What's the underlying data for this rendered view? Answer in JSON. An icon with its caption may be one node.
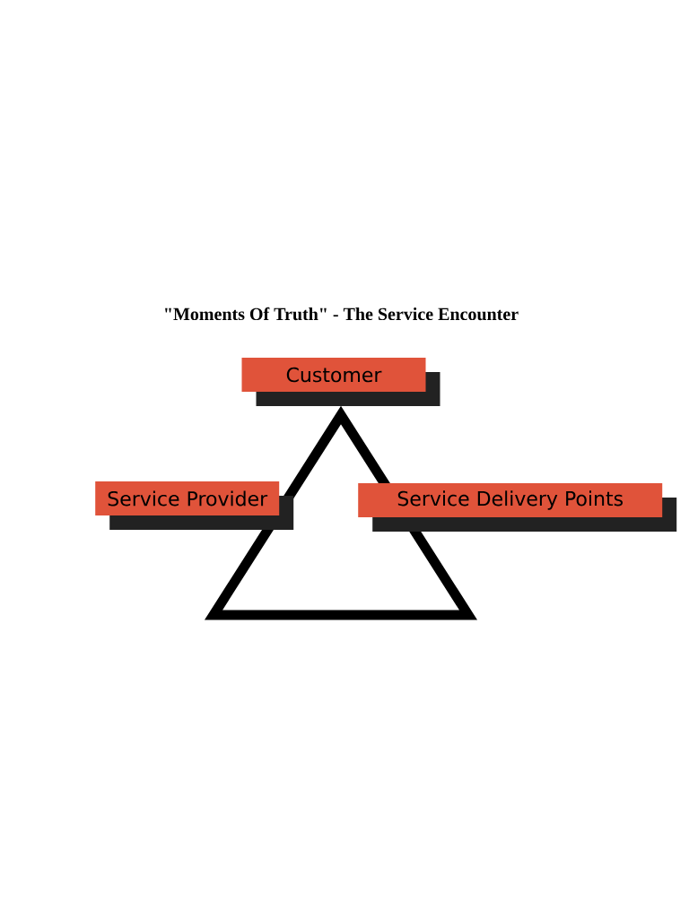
{
  "diagram": {
    "title": "\"Moments Of Truth\" - The Service Encounter",
    "nodes": [
      {
        "text": [
          "Customer"
        ]
      },
      {
        "text": [
          "Service Provider"
        ]
      },
      {
        "text": [
          "Service Delivery Points"
        ]
      }
    ]
  }
}
